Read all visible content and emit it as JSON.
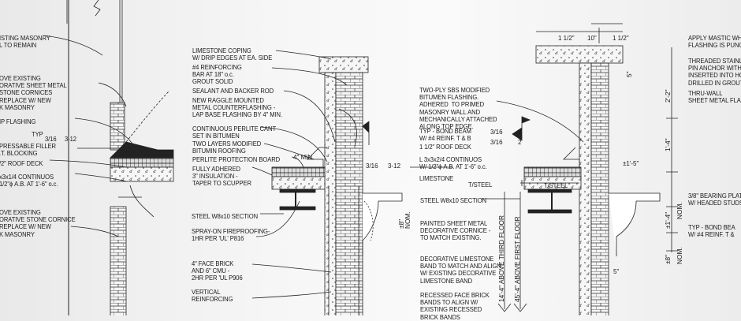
{
  "left_labels": {
    "existing_masonry": "ISTING MASONRY\nL TO REMAIN",
    "remove_sheet_metal": "OVE EXISTING\nORATIVE SHEET METAL\nSTONE CORNICES\nREPLACE W/ NEW\nK MASONRY",
    "drip_flashing": "IP FLASHING",
    "typ": "TYP",
    "weld": "3/16",
    "weld_spacing": "3-12",
    "filler": "PRESSABLE FILLER\n.T. BLOCKING",
    "roof_deck": "/2\" ROOF DECK",
    "angle": "x3x1/4 CONTINUOS\n1/2\"ϕ A.B. AT 1'-6\" o.c.",
    "remove_stone": "OVE EXISTING\nORATIVE STONE CORNICE\nREPLACE W/ NEW\nK MASONRY"
  },
  "middle_labels": {
    "coping": "LIMESTONE COPING\nW/ DRIP EDGES AT EA. SIDE",
    "reinforcing": "#4 REINFORCING\nBAR AT 18\" o.c.\nGROUT SOLID",
    "sealant": "SEALANT AND BACKER ROD",
    "counterflashing": "NEW RAGGLE MOUNTED\nMETAL COUNTERFLASHING -\nLAP BASE FLASHING BY 4\" MIN.",
    "cant": "CONTINUOUS PERLITE CANT\nSET IN BITUMEN",
    "roofing": "TWO LAYERS MODIFIED\nBITUMIN ROOFING",
    "protection": "PERLITE PROTECTION BOARD",
    "insulation": "FULLY ADHERED\n3\" INSULATION -\nTAPER TO SCUPPER",
    "steel": "STEEL W8x10 SECTION",
    "fireproofing": "SPRAY-ON FIREPROOFING-\n1HR PER 'UL' P816",
    "face_brick": "4\" FACE BRICK\nAND 6\" CMU -\n2HR PER 'UL P906",
    "vertical": "VERTICAL\nREINFORCING",
    "min": "4\" MIN.",
    "weld": "3/16",
    "weld_spacing": "3-12",
    "nom": "NOM.",
    "plus8": "±8\""
  },
  "right_labels": {
    "sbs": "TWO-PLY SBS MODIFIED\nBITUMEN FLASHING.\nADHERED  TO PRIMED\nMASONRY WALL AND\nMECHANICALLY ATTACHED\nALONG TOP EDGE.",
    "bond_beam": "TYP - BOND BEAM\nW/ #4 REINF. T & B",
    "roof_deck": "1 1/2\" ROOF DECK",
    "angle": "L 3x3x2/4 CONTINUOS\nW/ 1/2\"ϕ A.B. AT 1'-6\" o.c.",
    "limestone": "LIMESTONE",
    "steel": "STEEL W8x10 SECTION",
    "painted": "PAINTED SHEET METAL\nDECORATIVE CORNICE -\nTO MATCH EXISTING.",
    "decorative": "DECORATIVE LIMESTONE\nBAND TO MATCH AND ALIGN\nW/ EXISTING DECORATIVE\nLIMESTONE BAND",
    "recessed": "RECESSED FACE BRICK\nBANDS TO ALIGN W/\nEXISTING RECESSED\nBRICK BANDS",
    "t_steel_left": "T/STEEL",
    "weld1": "3/16",
    "weld1_n": "2",
    "weld2": "3/16",
    "weld2_n": "2",
    "elev_third": "14'-4\" ABOVE THIRD FLOOR",
    "elev_first": "45'-4\" ABOVE FIRST FLOOR"
  },
  "far_right": {
    "dim_a": "1 1/2\"",
    "dim_b": "10\"",
    "dim_c": "1 1/2\"",
    "dim_5": "5\"",
    "dim_22": "2'-2\"",
    "dim_14": "1'-4\"",
    "dim_15": "±1'-5\"",
    "dim_14b": "±1'-4\"",
    "nom1": "NOM.",
    "dim_8": "±8\"",
    "nom2": "NOM.",
    "dim_5b": "5\"",
    "t_steel": "T/STEEL",
    "mastic": "APPLY MASTIC WHE\nFLASHING IS PUNC",
    "threaded": "THREADED STAINLE\nPIN ANCHOR WITH\nINSERTED INTO HO\nDRILLED IN GROUT",
    "thru_wall": "THRU-WALL\nSHEET METAL FLAS",
    "bearing": "3/8\" BEARING PLAT\nW/ HEADED STUDS",
    "bond_beam": "TYP - BOND BEA\nW/ #4 REINF. T &"
  }
}
